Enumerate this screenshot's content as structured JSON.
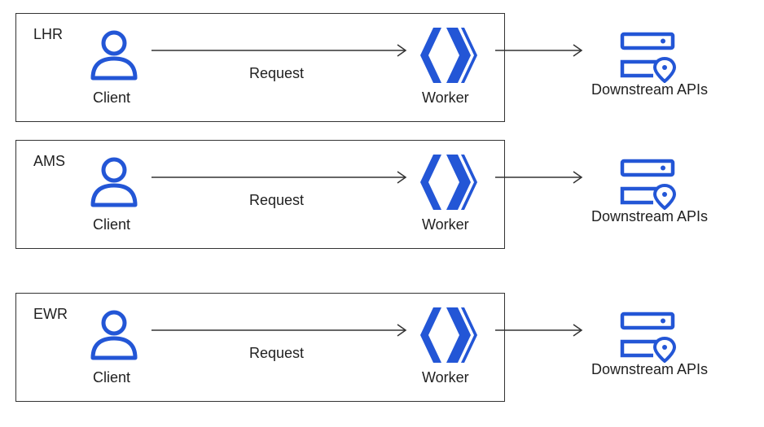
{
  "regions": [
    {
      "code": "LHR",
      "client_label": "Client",
      "request_label": "Request",
      "worker_label": "Worker",
      "api_label": "Downstream APIs"
    },
    {
      "code": "AMS",
      "client_label": "Client",
      "request_label": "Request",
      "worker_label": "Worker",
      "api_label": "Downstream APIs"
    },
    {
      "code": "EWR",
      "client_label": "Client",
      "request_label": "Request",
      "worker_label": "Worker",
      "api_label": "Downstream APIs"
    }
  ],
  "icons": {
    "client": "user-icon",
    "worker": "worker-chevron-icon",
    "api": "server-location-icon"
  },
  "colors": {
    "accent": "#2356D6",
    "line": "#333333"
  }
}
